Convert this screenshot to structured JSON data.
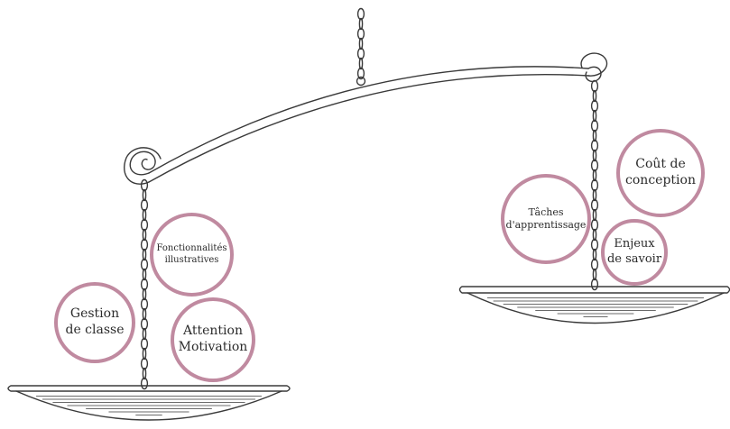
{
  "colors": {
    "line": "#3a3a3a",
    "bubble_border": "#c08aa0",
    "bubble_text": "#2b2b2b",
    "background": "#ffffff"
  },
  "left_pan": {
    "bubbles": [
      {
        "lines": [
          "Gestion",
          "de classe"
        ]
      },
      {
        "lines": [
          "Fonctionnalités",
          "illustratives"
        ]
      },
      {
        "lines": [
          "Attention",
          "Motivation"
        ]
      }
    ]
  },
  "right_pan": {
    "bubbles": [
      {
        "lines": [
          "Coût de",
          "conception"
        ]
      },
      {
        "lines": [
          "Tâches",
          "d'apprentissage"
        ]
      },
      {
        "lines": [
          "Enjeux",
          "de savoir"
        ]
      }
    ]
  }
}
